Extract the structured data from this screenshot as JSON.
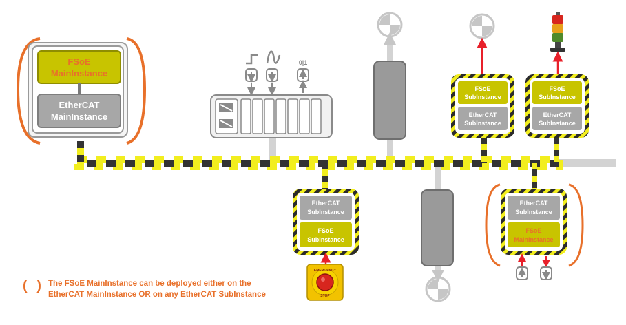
{
  "colors": {
    "orange": "#e8702a",
    "yellow_box": "#c8c400",
    "gray_box": "#a7a7a7",
    "bus_yellow": "#f2ee1e",
    "bus_dark": "#333333",
    "red": "#e8202a",
    "light_gray": "#cfcfcf"
  },
  "main_node": {
    "fsoe_line1": "FSoE",
    "fsoe_line2": "MainInstance",
    "ethercat_line1": "EtherCAT",
    "ethercat_line2": "MainInstance"
  },
  "io_module": {
    "digital_label": "0|1"
  },
  "subinstances": [
    {
      "id": "top-left",
      "fsoe_line1": "FSoE",
      "fsoe_line2": "SubInstance",
      "ethercat_line1": "EtherCAT",
      "ethercat_line2": "SubInstance"
    },
    {
      "id": "top-right",
      "fsoe_line1": "FSoE",
      "fsoe_line2": "SubInstance",
      "ethercat_line1": "EtherCAT",
      "ethercat_line2": "SubInstance"
    },
    {
      "id": "bottom-middle",
      "ethercat_line1": "EtherCAT",
      "ethercat_line2": "SubInstance",
      "fsoe_line1": "FSoE",
      "fsoe_line2": "SubInstance"
    },
    {
      "id": "bottom-right",
      "ethercat_line1": "EtherCAT",
      "ethercat_line2": "SubInstance",
      "fsoe_line1": "FSoE",
      "fsoe_line2": "MainInstance"
    }
  ],
  "emergency_stop": {
    "top_text": "EMERGENCY",
    "bottom_text": "STOP"
  },
  "legend": {
    "brace": "( )",
    "line1": "The FSoE MainInstance can be deployed either on the",
    "line2": "EtherCAT MainInstance OR on any EtherCAT SubInstance"
  }
}
